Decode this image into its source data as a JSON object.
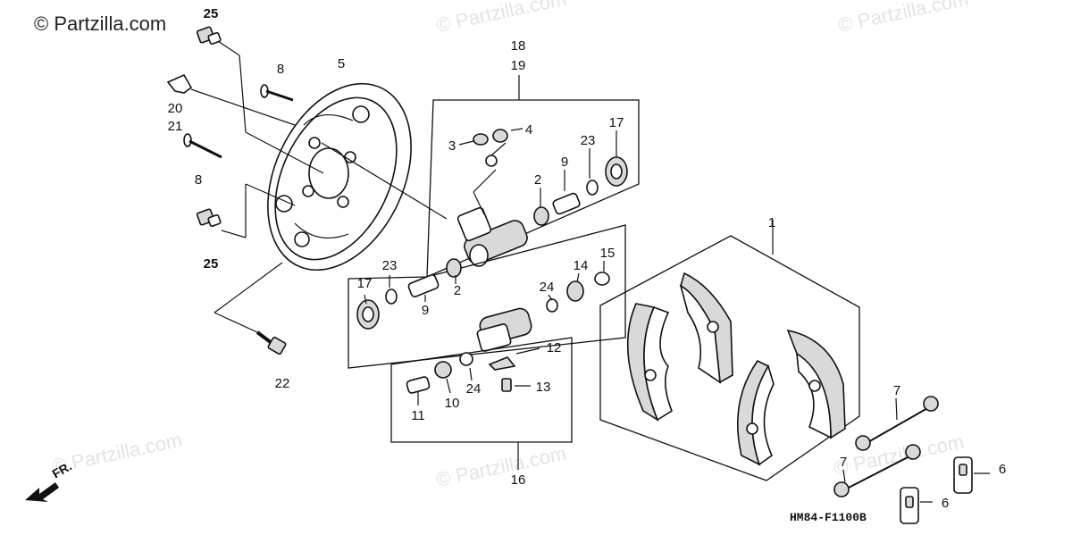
{
  "watermark": {
    "main": "© Partzilla.com",
    "secondary": "© Partzilla.com"
  },
  "diagram_code": "HM84-F1100B",
  "direction_marker": "FR.",
  "part_labels": {
    "p25_top": "25",
    "p25_bottom": "25",
    "p8_top": "8",
    "p8_bottom": "8",
    "p5": "5",
    "p20": "20",
    "p21": "21",
    "p22": "22",
    "p18": "18",
    "p19": "19",
    "p4": "4",
    "p3": "3",
    "p17_top": "17",
    "p23_top": "23",
    "p9_top": "9",
    "p2_top": "2",
    "p17_left": "17",
    "p23_left": "23",
    "p9_left": "9",
    "p2_left": "2",
    "p24_a": "24",
    "p14": "14",
    "p15": "15",
    "p12": "12",
    "p13": "13",
    "p11": "11",
    "p10": "10",
    "p24_b": "24",
    "p16": "16",
    "p1": "1",
    "p7_top": "7",
    "p7_bottom": "7",
    "p6_right": "6",
    "p6_bottom": "6"
  }
}
